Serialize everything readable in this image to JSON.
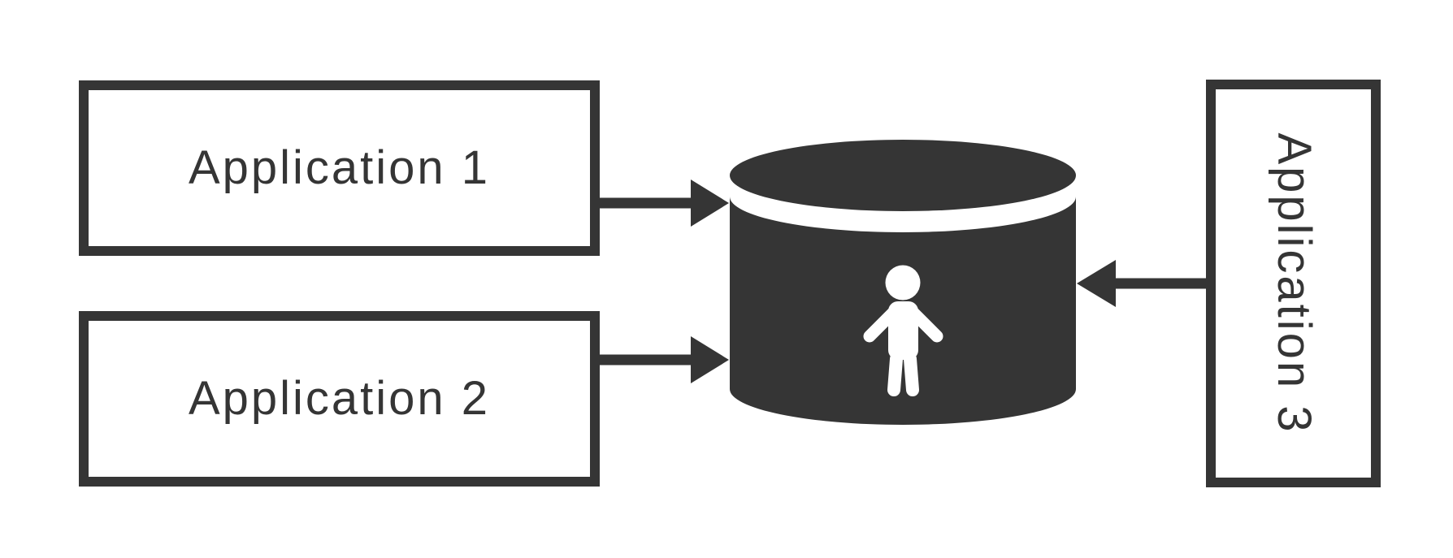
{
  "diagram": {
    "type": "architecture-diagram",
    "nodes": [
      {
        "id": "app1",
        "label": "Application 1",
        "shape": "rectangle",
        "orientation": "horizontal"
      },
      {
        "id": "app2",
        "label": "Application 2",
        "shape": "rectangle",
        "orientation": "horizontal"
      },
      {
        "id": "app3",
        "label": "Application 3",
        "shape": "rectangle",
        "orientation": "vertical-rotated-90"
      },
      {
        "id": "database",
        "label": "",
        "shape": "database-cylinder",
        "icon": "person-icon"
      }
    ],
    "edges": [
      {
        "from": "app1",
        "to": "database",
        "style": "solid-arrow",
        "direction": "right"
      },
      {
        "from": "app2",
        "to": "database",
        "style": "solid-arrow",
        "direction": "right"
      },
      {
        "from": "app3",
        "to": "database",
        "style": "solid-arrow",
        "direction": "left"
      }
    ],
    "colors": {
      "ink": "#353535",
      "background": "#ffffff",
      "person_icon_fill": "#ffffff"
    },
    "icons": [
      {
        "name": "database-icon",
        "description": "dark cylinder with separated top lid"
      },
      {
        "name": "person-icon",
        "description": "white standing person inside the database cylinder"
      }
    ]
  }
}
